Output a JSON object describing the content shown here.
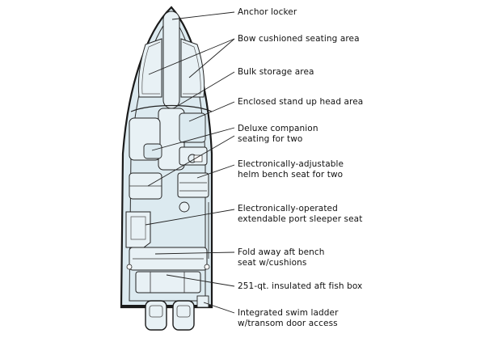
{
  "diagram": {
    "labels": [
      {
        "id": "anchor-locker",
        "lines": [
          "Anchor locker"
        ]
      },
      {
        "id": "bow-seating",
        "lines": [
          "Bow cushioned seating area"
        ]
      },
      {
        "id": "bulk-storage",
        "lines": [
          "Bulk storage area"
        ]
      },
      {
        "id": "head-area",
        "lines": [
          "Enclosed stand up head area"
        ]
      },
      {
        "id": "companion-seating",
        "lines": [
          "Deluxe companion",
          "seating for two"
        ]
      },
      {
        "id": "helm-bench",
        "lines": [
          "Electronically-adjustable",
          "helm bench seat for two"
        ]
      },
      {
        "id": "sleeper-seat",
        "lines": [
          "Electronically-operated",
          "extendable port sleeper seat"
        ]
      },
      {
        "id": "aft-bench",
        "lines": [
          "Fold away aft bench",
          "seat w/cushions"
        ]
      },
      {
        "id": "fish-box",
        "lines": [
          "251-qt. insulated aft fish box"
        ]
      },
      {
        "id": "swim-ladder",
        "lines": [
          "Integrated swim ladder",
          "w/transom door access"
        ]
      }
    ],
    "colors": {
      "hull_fill": "#dceaf0",
      "outline": "#1a1a1a",
      "leader": "#222222"
    }
  }
}
